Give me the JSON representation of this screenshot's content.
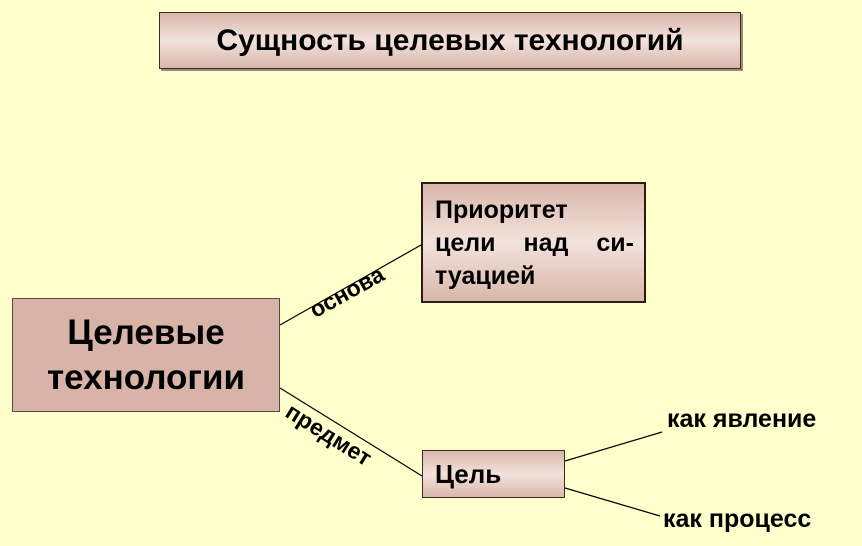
{
  "title": "Сущность целевых технологий",
  "main_node": {
    "line1": "Целевые",
    "line2": "технологии"
  },
  "priority_node": {
    "line1": "Приоритет",
    "line2_a": "цели",
    "line2_b": "над",
    "line2_c": "си-",
    "line3": "туацией"
  },
  "goal_node": {
    "label": "Цель"
  },
  "edges": {
    "basis": "основа",
    "subject": "предмет"
  },
  "goal_branches": {
    "phenomenon": "как явление",
    "process": "как процесс"
  },
  "colors": {
    "background": "#ffffcc",
    "box_fill": "#d7b3a8",
    "box_border": "#3a2a22",
    "line": "#000000"
  }
}
